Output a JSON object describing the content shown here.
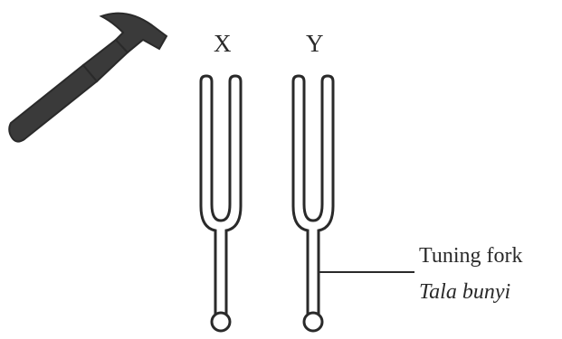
{
  "forks": [
    {
      "id": "X",
      "label": "X"
    },
    {
      "id": "Y",
      "label": "Y"
    }
  ],
  "callout": {
    "english": "Tuning fork",
    "malay": "Tala bunyi"
  },
  "icons": {
    "hammer": "hammer-icon"
  },
  "colors": {
    "ink": "#2a2a2a",
    "hammer_fill": "#3a3a3a",
    "background": "#ffffff"
  }
}
